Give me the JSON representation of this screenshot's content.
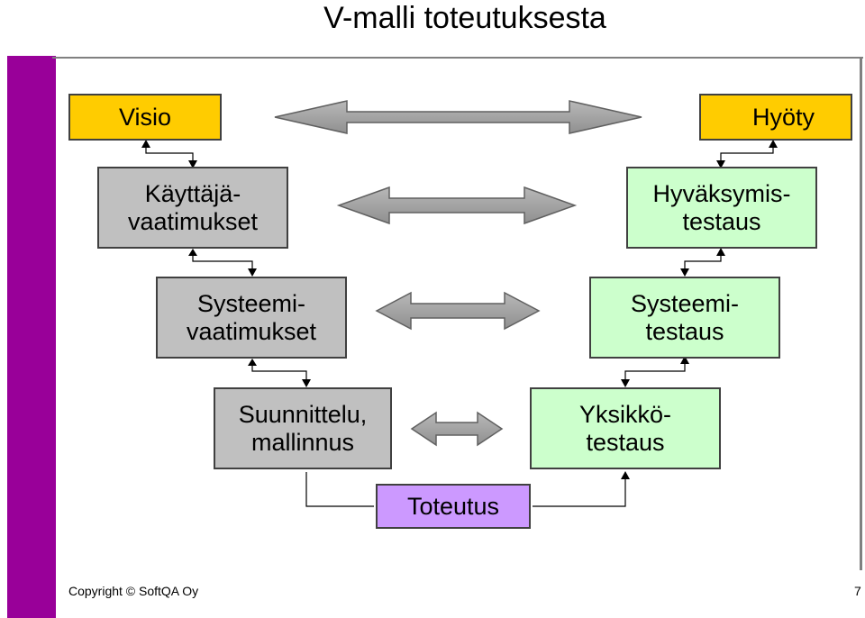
{
  "title": "V-malli toteutuksesta",
  "boxes": {
    "visio": "Visio",
    "hyoty": "Hyöty",
    "kayttajavaatimukset": "Käyttäjä-\nvaatimukset",
    "hyvaksymistestaus": "Hyväksymis-\ntestaus",
    "systeemivaatimukset": "Systeemi-\nvaatimukset",
    "systeemitestaus": "Systeemi-\ntestaus",
    "suunnittelu": "Suunnittelu,\nmallinnus",
    "yksikkotestaus": "Yksikkö-\ntestaus",
    "toteutus": "Toteutus"
  },
  "footer": {
    "copyright": "Copyright © SoftQA Oy",
    "page_number": "7"
  },
  "colors": {
    "sidebar": "#990099",
    "yellow": "#ffcc00",
    "gray_box": "#c0c0c0",
    "green_box": "#ccffcc",
    "purple_box": "#cc99ff",
    "arrow_fill": "#a0a0a0"
  }
}
